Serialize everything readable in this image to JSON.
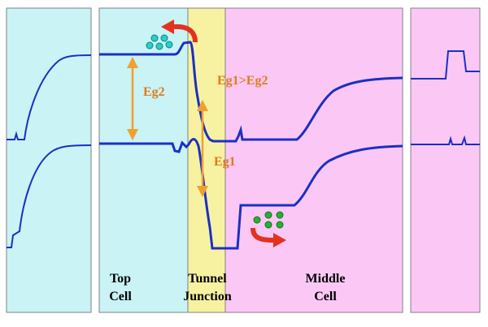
{
  "colors": {
    "top_cell_bg": "#c9f3f5",
    "tunnel_bg": "#f7f2a2",
    "middle_cell_bg": "#fbc8f6",
    "band_line": "#1c2fc4",
    "arrow_orange": "#f0a030",
    "arrow_red": "#e3321e",
    "carrier_fill": "#26d0c8",
    "carrier_green": "#23b233"
  },
  "annotations": {
    "eg2": "Eg2",
    "eg1_gt_eg2": "Eg1>Eg2",
    "eg1": "Eg1"
  },
  "regions": {
    "top_cell": {
      "line1": "Top",
      "line2": "Cell"
    },
    "tunnel_junction": {
      "line1": "Tunnel",
      "line2": "Junction"
    },
    "middle_cell": {
      "line1": "Middle",
      "line2": "Cell"
    }
  }
}
